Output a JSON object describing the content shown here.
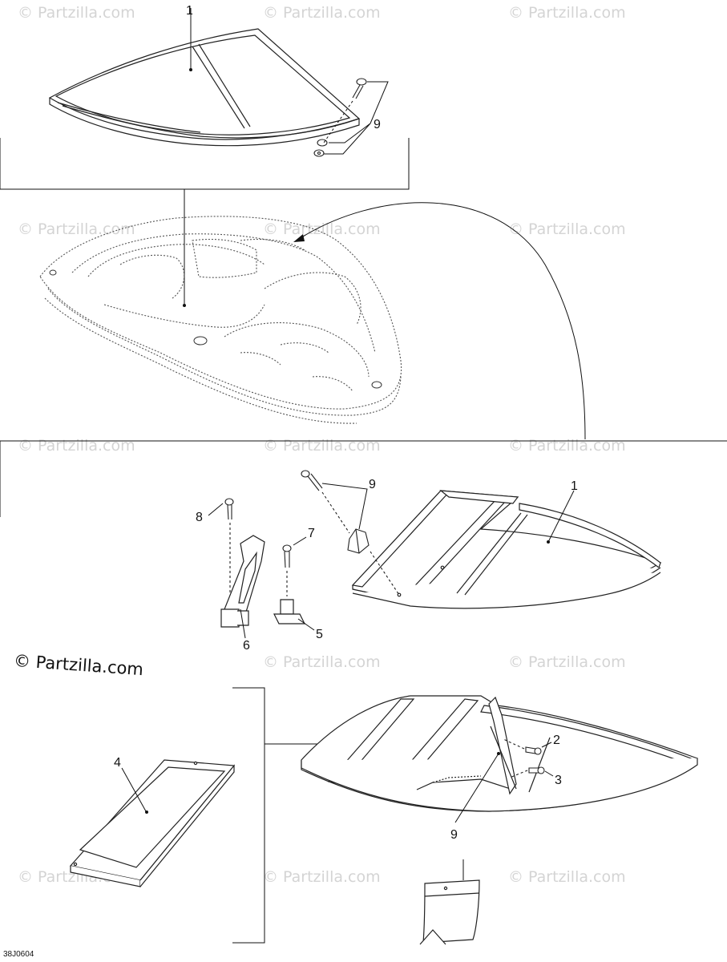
{
  "diagram": {
    "watermark_text": "© Partzilla.com",
    "brand_text": "© Partzilla.com",
    "drawing_code": "38J0604",
    "callouts": {
      "top_windshield": "1",
      "top_fasteners": "9",
      "mid_fasteners": "9",
      "mid_windshield": "1",
      "screw_8": "8",
      "screw_7": "7",
      "bracket_6": "6",
      "base_5": "5",
      "walkthrough_4": "4",
      "screw_2": "2",
      "screw_3": "3",
      "arm_9": "9"
    }
  }
}
